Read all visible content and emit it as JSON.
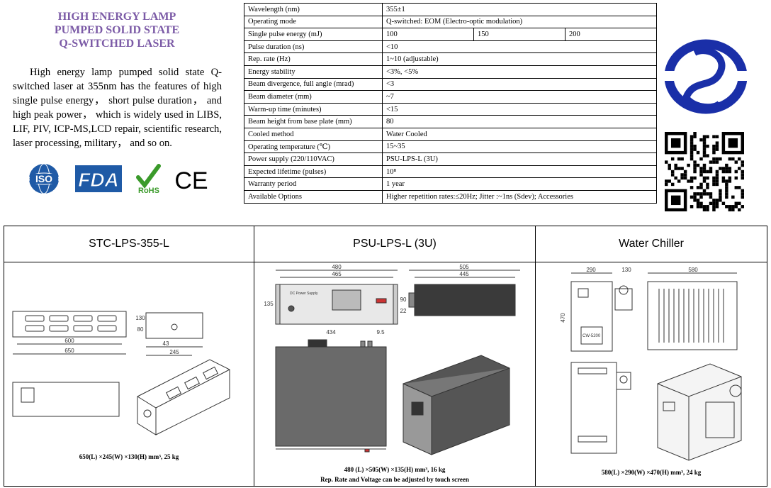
{
  "title": {
    "line1": "HIGH ENERGY LAMP",
    "line2": "PUMPED SOLID STATE",
    "line3": "Q-SWITCHED LASER"
  },
  "description": "High energy lamp pumped solid state Q-switched laser at 355nm has the features of high single pulse energy， short pulse duration， and high peak power， which is widely used in LIBS, LIF, PIV, ICP-MS,LCD repair, scientific research, laser processing, military， and so on.",
  "certifications": {
    "iso": "ISO",
    "fda": "FDA",
    "rohs": "RoHS",
    "ce": "CE"
  },
  "specs": [
    {
      "label": "Wavelength (nm)",
      "value": "355±1"
    },
    {
      "label": "Operating mode",
      "value": "Q-switched: EOM (Electro-optic modulation)"
    },
    {
      "label": "Single pulse energy (mJ)",
      "values": [
        "100",
        "150",
        "200"
      ]
    },
    {
      "label": "Pulse duration (ns)",
      "value": "<10"
    },
    {
      "label": "Rep. rate (Hz)",
      "value": "1~10 (adjustable)"
    },
    {
      "label": "Energy stability",
      "value": "<3%, <5%"
    },
    {
      "label": "Beam divergence, full angle (mrad)",
      "value": "<3"
    },
    {
      "label": "Beam diameter (mm)",
      "value": "~7"
    },
    {
      "label": "Warm-up time (minutes)",
      "value": "<15"
    },
    {
      "label": "Beam height from base plate (mm)",
      "value": "80"
    },
    {
      "label": "Cooled method",
      "value": "Water Cooled"
    },
    {
      "label": "Operating temperature (℃)",
      "value": "15~35"
    },
    {
      "label": "Power supply (220/110VAC)",
      "value": "PSU-LPS-L (3U)"
    },
    {
      "label": "Expected lifetime (pulses)",
      "value": "10⁸"
    },
    {
      "label": "Warranty period",
      "value": "1 year"
    },
    {
      "label": "Available Options",
      "value": "Higher repetition rates:≤20Hz; Jitter :~1ns (Sdev); Accessories"
    }
  ],
  "colors": {
    "title": "#7b5aa6",
    "logo_blue": "#1a2fa8",
    "iso_blue": "#1f5aa6",
    "rohs_green": "#3a9a2a"
  },
  "products": [
    {
      "name": "STC-LPS-355-L",
      "caption": "650(L) ×245(W) ×130(H) mm³, 25 kg",
      "dims": {
        "d600": "600",
        "d650": "650",
        "d130": "130",
        "d80": "80",
        "d43": "43",
        "d245": "245"
      }
    },
    {
      "name": "PSU-LPS-L (3U)",
      "caption": "480 (L) ×505(W) ×135(H) mm³, 16 kg",
      "note": "Rep. Rate and Voltage can be adjusted by touch screen",
      "panel_label": "DC Power Supply",
      "dims": {
        "d480": "480",
        "d465": "465",
        "d505": "505",
        "d445": "445",
        "d135": "135",
        "d90": "90",
        "d22": "22",
        "d95": "9.5",
        "d434": "434"
      }
    },
    {
      "name": "Water Chiller",
      "caption": "580(L) ×290(W) ×470(H) mm³, 24 kg",
      "model": "CW-5200",
      "dims": {
        "d290": "290",
        "d130": "130",
        "d580": "580",
        "d470": "470"
      }
    }
  ]
}
